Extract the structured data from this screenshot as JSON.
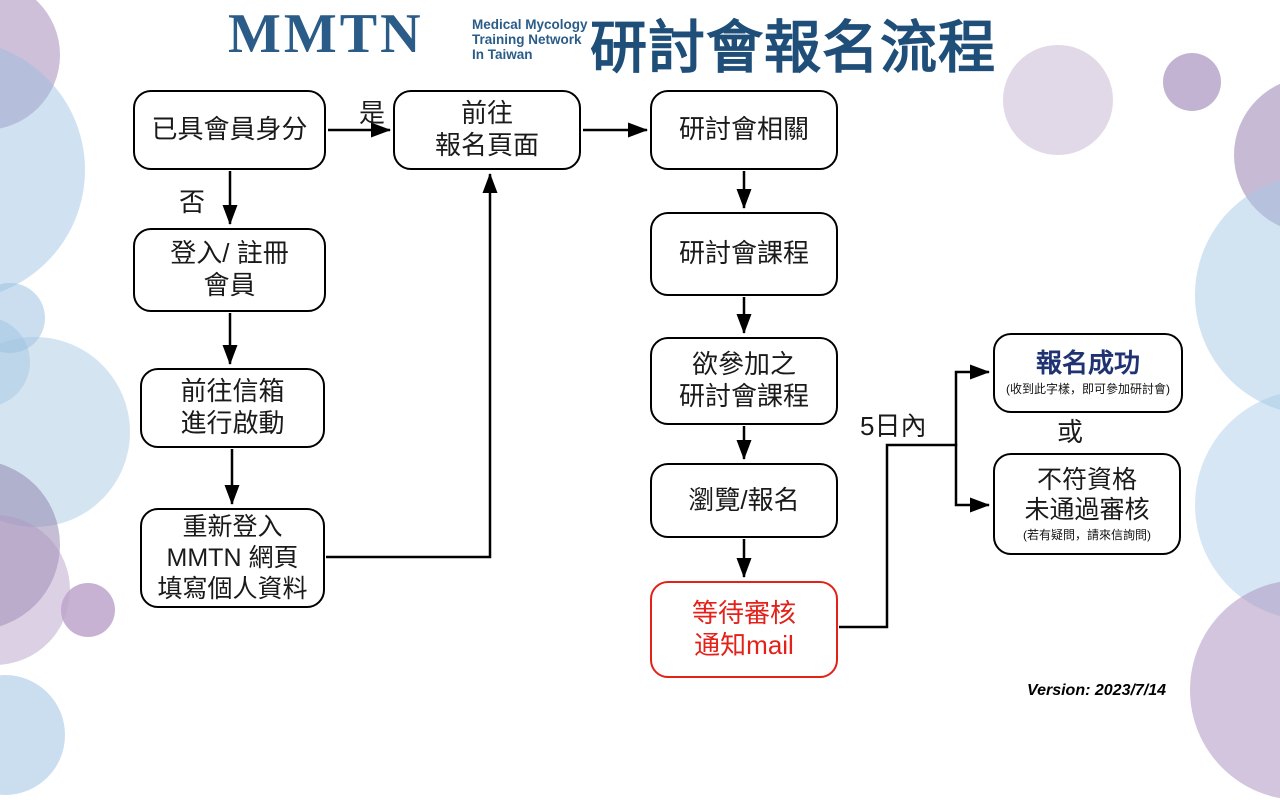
{
  "header": {
    "logo_acronym": "MMTN",
    "logo_tagline": [
      "Medical Mycology",
      "Training Network",
      "In Taiwan"
    ],
    "title": "研討會報名流程"
  },
  "flow": {
    "member_check": [
      "已具會員身分"
    ],
    "goto_registration": [
      "前往",
      "報名頁面"
    ],
    "seminar_related": [
      "研討會相關"
    ],
    "login_register": [
      "登入/ 註冊",
      "會員"
    ],
    "mailbox_activate": [
      "前往信箱",
      "進行啟動"
    ],
    "relogin": [
      "重新登入",
      "MMTN 網頁",
      "填寫個人資料"
    ],
    "seminar_courses": [
      "研討會課程"
    ],
    "desired_courses": [
      "欲參加之",
      "研討會課程"
    ],
    "browse_register": [
      "瀏覽/報名"
    ],
    "wait_review": [
      "等待審核",
      "通知mail"
    ],
    "success_title": "報名成功",
    "success_note": "(收到此字樣，即可參加研討會)",
    "fail_lines": [
      "不符資格",
      "未通過審核"
    ],
    "fail_note": "(若有疑問，請來信詢問)",
    "label_yes": "是",
    "label_no": "否",
    "label_within": "5日內",
    "label_or": "或"
  },
  "footer": {
    "version": "Version: 2023/7/14"
  },
  "colors": {
    "title_navy": "#1F4E79",
    "logo_blue": "#2B5C88",
    "success_navy": "#1F3272",
    "alert_red": "#E32119"
  }
}
